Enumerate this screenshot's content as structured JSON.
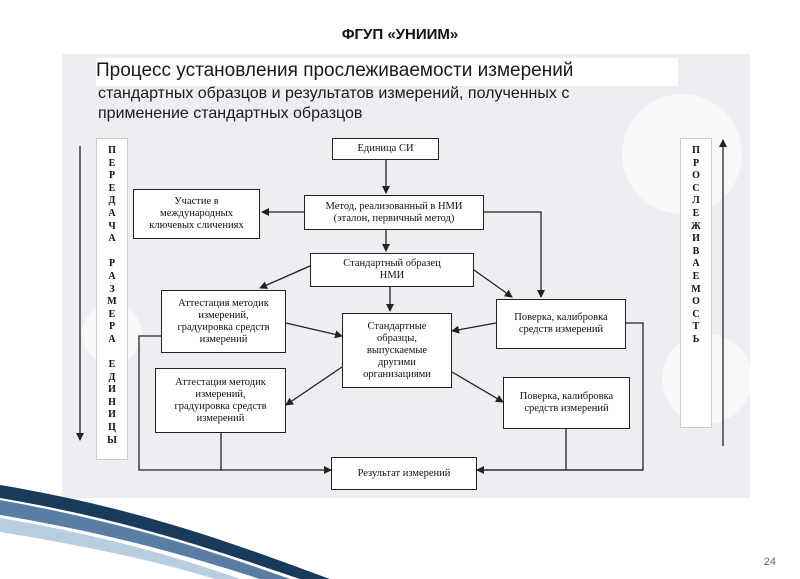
{
  "header": {
    "org": "ФГУП «УНИИМ»"
  },
  "slide": {
    "title_line1": "Процесс установления прослеживаемости измерений",
    "title_line2": "стандартных образцов и результатов измерений, полученных с\nприменение  стандартных образцов",
    "page_number": "24"
  },
  "diagram": {
    "left_label": [
      "П",
      "Е",
      "Р",
      "Е",
      "Д",
      "А",
      "Ч",
      "А",
      "",
      "Р",
      "А",
      "З",
      "М",
      "Е",
      "Р",
      "А",
      "",
      "Е",
      "Д",
      "И",
      "Н",
      "И",
      "Ц",
      "Ы"
    ],
    "right_label": [
      "П",
      "Р",
      "О",
      "С",
      "Л",
      "Е",
      "Ж",
      "И",
      "В",
      "А",
      "Е",
      "М",
      "О",
      "С",
      "Т",
      "Ь"
    ],
    "boxes": {
      "unit": "Единица СИ",
      "method": "Метод, реализованный в НМИ\n(эталон, первичный метод)",
      "intl": "Участие в\nмеждународных\nключевых сличениях",
      "nmi_rm": "Стандартный образец\nНМИ",
      "attest1": "Аттестация методик\nизмерений,\nградуировка средств\nизмерений",
      "verify1": "Поверка, калибровка\nсредств измерений",
      "other_rm": "Стандартные\nобразцы,\nвыпускаемые\nдругими\nорганизациями",
      "attest2": "Аттестация методик\nизмерений,\nградуировка средств\nизмерений",
      "verify2": "Поверка, калибровка\nсредств измерений",
      "result": "Результат измерений"
    }
  }
}
